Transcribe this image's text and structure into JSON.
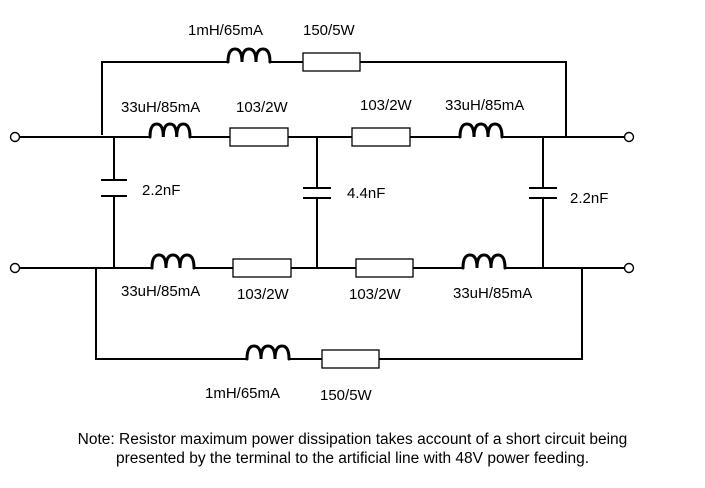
{
  "labels": {
    "top_inductor": "1mH/65mA",
    "top_resistor": "150/5W",
    "upper_inductor_left": "33uH/85mA",
    "upper_resistor_left": "103/2W",
    "upper_resistor_right": "103/2W",
    "upper_inductor_right": "33uH/85mA",
    "cap_left": "2.2nF",
    "cap_middle": "4.4nF",
    "cap_right": "2.2nF",
    "lower_inductor_left": "33uH/85mA",
    "lower_resistor_left": "103/2W",
    "lower_resistor_right": "103/2W",
    "lower_inductor_right": "33uH/85mA",
    "bottom_inductor": "1mH/65mA",
    "bottom_resistor": "150/5W"
  },
  "note": {
    "line1": "Note: Resistor maximum power dissipation takes account of a short circuit being",
    "line2": "presented by the terminal to the artificial line with 48V power feeding."
  }
}
